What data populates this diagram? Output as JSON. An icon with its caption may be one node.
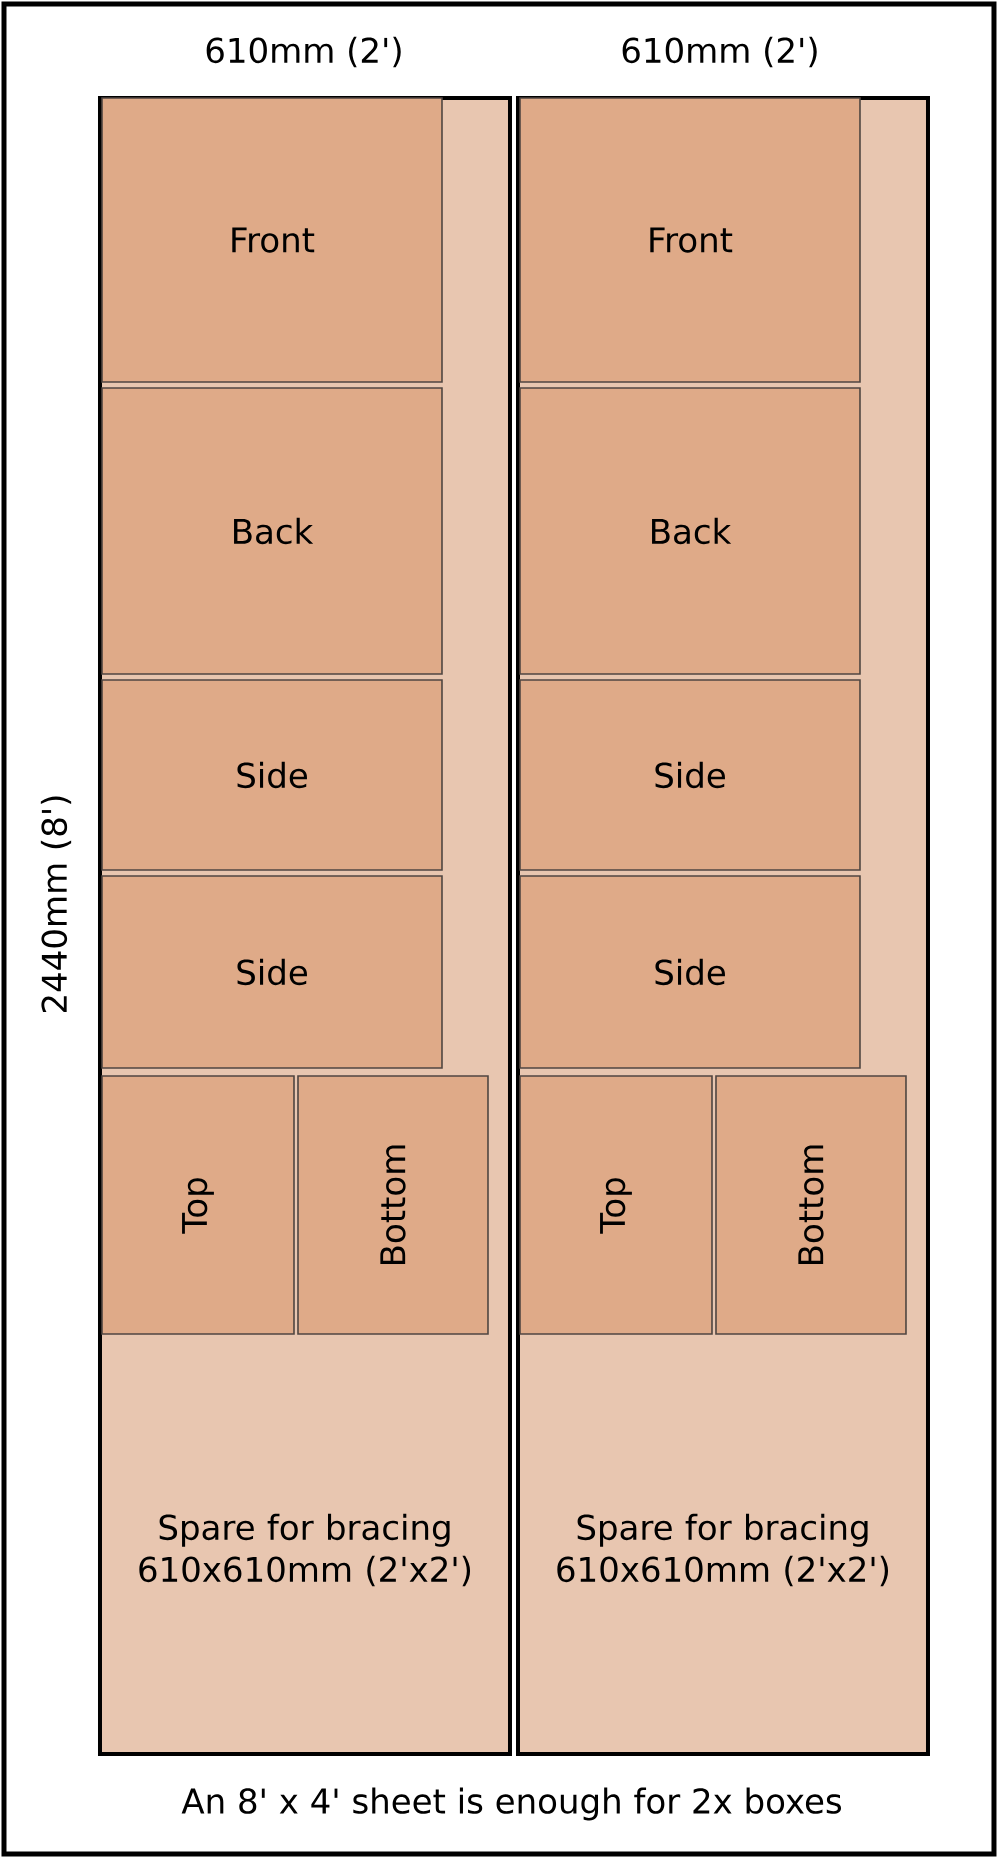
{
  "diagram": {
    "nodes": [
      {
        "text": [
          "Spare for bracing 610x610mm (2'x2')"
        ]
      },
      {
        "text": [
          "Front"
        ],
        "in": 0
      },
      {
        "text": [
          "Back"
        ],
        "in": 0
      },
      {
        "text": [
          "Side"
        ],
        "in": 0
      },
      {
        "text": [
          "Side"
        ],
        "in": 0
      },
      {
        "text": [
          "Top"
        ],
        "in": 0
      },
      {
        "text": [
          "Bottom"
        ],
        "in": 0
      },
      {
        "text": [
          "Spare for bracing 610x610mm (2'x2')"
        ]
      },
      {
        "text": [
          "Front"
        ],
        "in": 7
      },
      {
        "text": [
          "Back"
        ],
        "in": 7
      },
      {
        "text": [
          "Side"
        ],
        "in": 7
      },
      {
        "text": [
          "Side"
        ],
        "in": 7
      },
      {
        "text": [
          "Top"
        ],
        "in": 7
      },
      {
        "text": [
          "Bottom"
        ],
        "in": 7
      }
    ],
    "edges": [],
    "labels": [
      "610mm (2')",
      "610mm (2')",
      "2440mm (8')",
      "An 8' x 4' sheet is enough for 2x boxes"
    ]
  }
}
